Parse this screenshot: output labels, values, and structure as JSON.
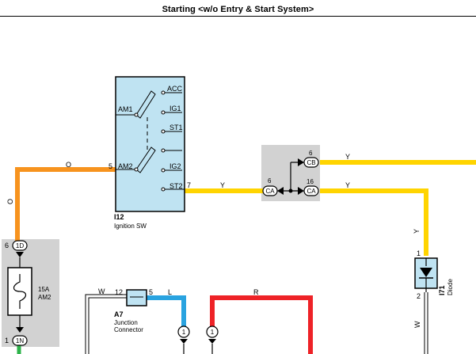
{
  "title": "Starting <w/o Entry & Start System>",
  "ignition_switch": {
    "ref": "I12",
    "name": "Ignition SW",
    "terminals": {
      "acc": "ACC",
      "am1": "AM1",
      "ig1": "IG1",
      "st1": "ST1",
      "am2": "AM2",
      "ig2": "IG2",
      "st2": "ST2"
    },
    "pin_am2": "5",
    "pin_st2": "7"
  },
  "fuse": {
    "rating": "15A",
    "name": "AM2",
    "pin_top": "6",
    "pin_bottom": "1",
    "conn_top": "1D",
    "conn_bottom": "1N"
  },
  "junction_connector": {
    "ref": "A7",
    "name_line1": "Junction",
    "name_line2": "Connector",
    "pin_left": "12",
    "pin_right": "5"
  },
  "diode": {
    "ref": "I71",
    "name": "Diode",
    "pin_top": "1",
    "pin_bottom": "2"
  },
  "connectors": {
    "ca_left": {
      "code": "CA",
      "pin": "6"
    },
    "cb": {
      "code": "CB",
      "pin": "6"
    },
    "ca_right": {
      "code": "CA",
      "pin": "16"
    },
    "bottom_a": {
      "code": "1"
    },
    "bottom_b": {
      "code": "1"
    }
  },
  "wire_colors_labels": {
    "orange_top": "O",
    "orange_left": "O",
    "yellow_st2": "Y",
    "yellow_top": "Y",
    "yellow_mid": "Y",
    "yellow_down": "Y",
    "white_left": "W",
    "blue": "L",
    "red": "R",
    "white_diode": "W"
  },
  "colors": {
    "orange": "#f7931e",
    "yellow": "#ffd400",
    "blue": "#29a3e0",
    "red": "#ee2227",
    "green": "#2db34a",
    "switch_fill": "#bfe3f2",
    "gray_panel": "#d2d2d2"
  }
}
